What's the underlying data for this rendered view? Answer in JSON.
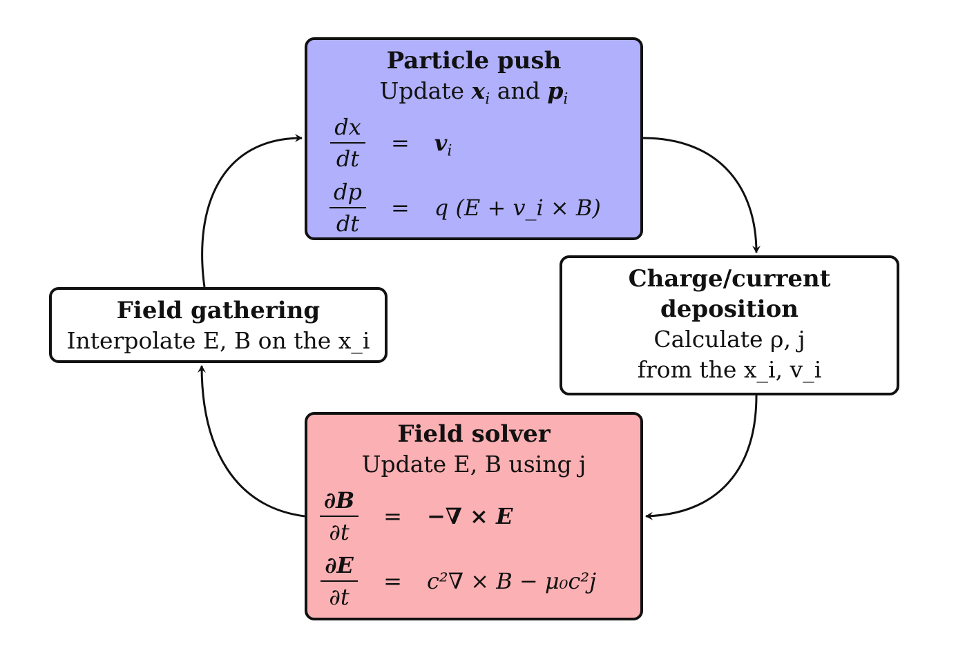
{
  "particle_push": {
    "title": "Particle push",
    "subtitle_prefix": "Update ",
    "subtitle_x": "x",
    "subtitle_and": " and ",
    "subtitle_p": "p",
    "sub_i": "i",
    "eq1_num": "dx",
    "eq1_den": "dt",
    "eq1_rhs": "v",
    "eq2_num": "dp",
    "eq2_den": "dt",
    "eq2_rhs": "q (E + v_i × B)",
    "equals": "="
  },
  "deposition": {
    "title_line1": "Charge/current",
    "title_line2": "deposition",
    "line3": "Calculate ρ, j",
    "line4": "from the x_i, v_i"
  },
  "field_gathering": {
    "title": "Field gathering",
    "line": "Interpolate E, B on the x_i"
  },
  "field_solver": {
    "title": "Field solver",
    "subtitle": "Update E, B using j",
    "eq1_num": "∂B",
    "eq1_den": "∂t",
    "eq1_rhs": "−∇ × E",
    "eq2_num": "∂E",
    "eq2_den": "∂t",
    "eq2_rhs": "c²∇ × B − μ₀c²j",
    "equals": "="
  }
}
